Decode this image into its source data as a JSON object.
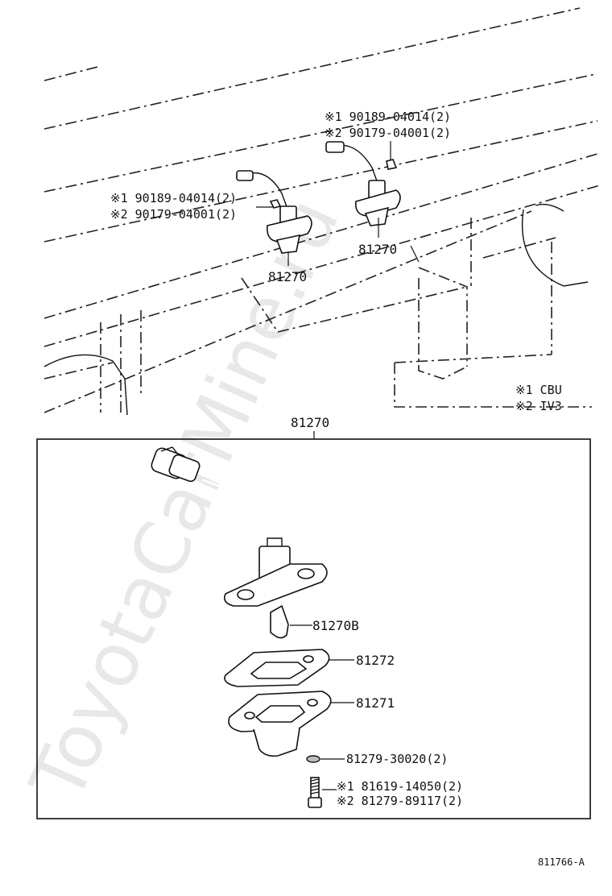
{
  "watermark": "ToyotaCarMine.ru",
  "callouts": {
    "top_right_line1": "※1 90189-04014(2)",
    "top_right_line2": "※2 90179-04001(2)",
    "top_left_line1": "※1 90189-04014(2)",
    "top_left_line2": "※2 90179-04001(2)",
    "lamp_left": "81270",
    "lamp_right": "81270",
    "box_title": "81270"
  },
  "legend": {
    "note1": "※1  CBU",
    "note2": "※2  IV3"
  },
  "parts": {
    "bulb": "81270B",
    "gasket": "81272",
    "housing": "81271",
    "washer": "81279-30020(2)",
    "screw_line1": "※1 81619-14050(2)",
    "screw_line2": "※2 81279-89117(2)"
  },
  "footer": {
    "code": "811766-A"
  }
}
